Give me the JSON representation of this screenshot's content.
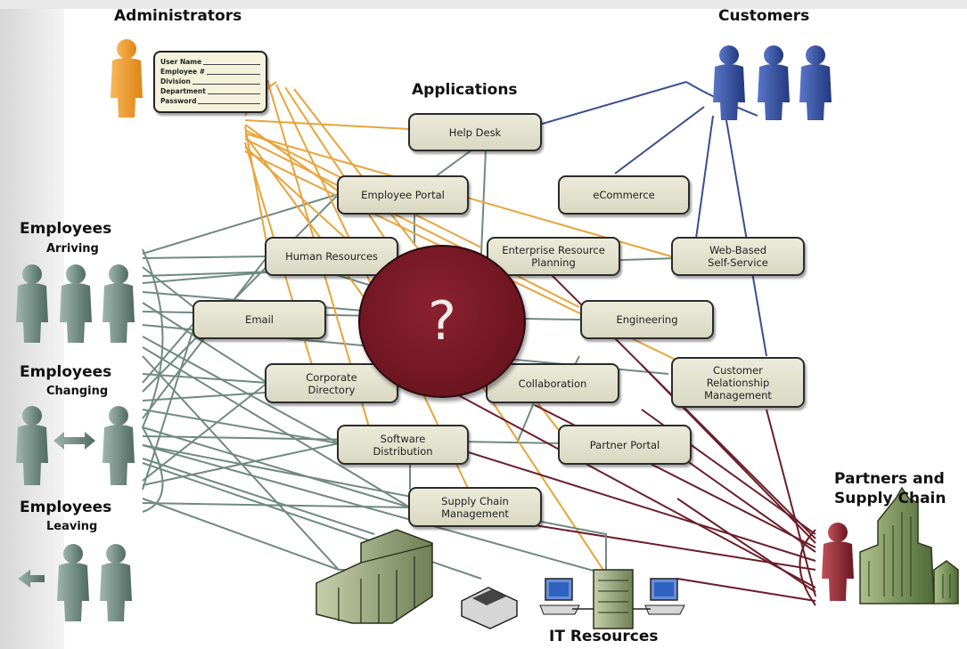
{
  "labels": {
    "administrators": "Administrators",
    "customers": "Customers",
    "applications": "Applications",
    "employees_arriving_title": "Employees",
    "employees_arriving_sub": "Arriving",
    "employees_changing_title": "Employees",
    "employees_changing_sub": "Changing",
    "employees_leaving_title": "Employees",
    "employees_leaving_sub": "Leaving",
    "partners": "Partners and\nSupply Chain",
    "it_resources": "IT Resources",
    "question_mark": "?"
  },
  "admin_form": {
    "user_name": "User Name",
    "employee_num": "Employee #",
    "division": "Division",
    "department": "Department",
    "password": "Password"
  },
  "apps": {
    "help_desk": "Help Desk",
    "employee_portal": "Employee Portal",
    "ecommerce": "eCommerce",
    "human_resources": "Human Resources",
    "erp": "Enterprise Resource\nPlanning",
    "web_self_service": "Web-Based\nSelf-Service",
    "email": "Email",
    "engineering": "Engineering",
    "corporate_directory": "Corporate\nDirectory",
    "collaboration": "Collaboration",
    "crm": "Customer\nRelationship\nManagement",
    "software_distribution": "Software\nDistribution",
    "partner_portal": "Partner Portal",
    "supply_chain": "Supply Chain\nManagement"
  },
  "colors": {
    "admin_wire": "#e8a43a",
    "employee_wire": "#6f8a82",
    "customer_wire": "#3a4f8f",
    "partner_wire": "#6b1e2a",
    "admin_figure": "#f29b2c",
    "customer_figure": "#2f4da0",
    "employee_figure": "#6f8d84",
    "partner_figure": "#8e2a34",
    "node_fill": "#e3e2cc",
    "question_fill": "#6d1520"
  },
  "icons": [
    "person-icon",
    "server-icon",
    "printer-icon",
    "computer-icon",
    "building-icon",
    "arrow-icon"
  ]
}
